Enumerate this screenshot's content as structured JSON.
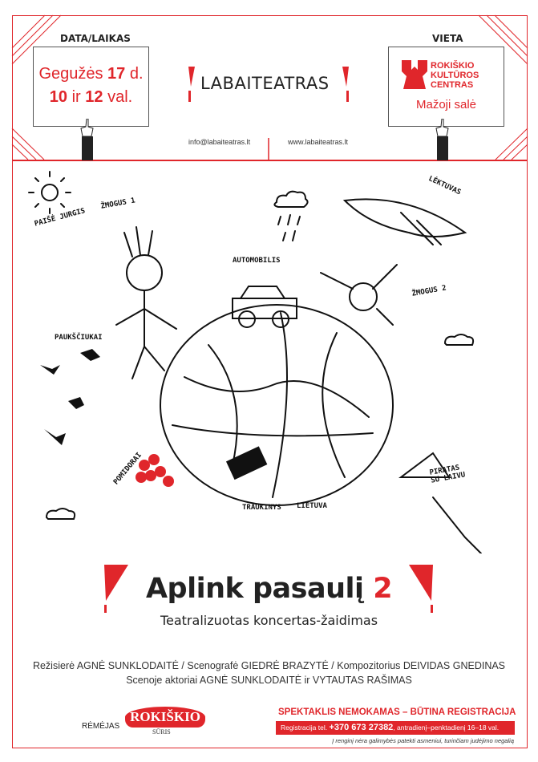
{
  "header": {
    "date_label": "DATA/LAIKAS",
    "date_line1_a": "Gegužės ",
    "date_line1_b": "17",
    "date_line1_c": " d.",
    "date_line2_a": "10",
    "date_line2_b": " ir ",
    "date_line2_c": "12",
    "date_line2_d": " val.",
    "logo": "LABAITEATRAS",
    "email": "info@labaiteatras.lt",
    "website": "www.labaiteatras.lt",
    "venue_label": "VIETA",
    "venue_logo_lines": [
      "ROKIŠKIO",
      "KULTŪROS",
      "CENTRAS"
    ],
    "venue_hall": "Mažoji salė"
  },
  "drawing_labels": {
    "artist": "PAIŠĖ JURGIS",
    "person1": "ŽMOGUS 1",
    "plane": "LĖKTUVAS",
    "car": "AUTOMOBILIS",
    "person2": "ŽMOGUS 2",
    "birds": "PAUKŠČIUKAI",
    "tomatoes": "POMIDORAI",
    "train": "TRAUKINYS",
    "lithuania": "LIETUVA",
    "pirate": "PIRATAS SU LAIVU"
  },
  "title": {
    "main": "Aplink pasaulį",
    "number": "2",
    "subtitle": "Teatralizuotas koncertas-žaidimas"
  },
  "credits": {
    "line1": "Režisierė AGNĖ SUNKLODAITĖ / Scenografė GIEDRĖ BRAZYTĖ / Kompozitorius DEIVIDAS GNEDINAS",
    "line2": "Scenoje aktoriai AGNĖ SUNKLODAITĖ ir VYTAUTAS RAŠIMAS"
  },
  "footer": {
    "sponsor_label": "RĖMĖJAS",
    "sponsor_logo": "ROKIŠKIO",
    "sponsor_sub": "SŪRIS",
    "free_notice": "SPEKTAKLIS NEMOKAMAS – BŪTINA REGISTRACIJA",
    "reg_prefix": "Registracija tel. ",
    "reg_phone": "+370 673 27382",
    "reg_suffix": ", antradienį–penktadienį 16–18 val.",
    "accessibility": "Į renginį nėra galimybės patekti asmeniui, turinčiam judėjimo negalią"
  },
  "colors": {
    "accent": "#e0262b",
    "text": "#222222"
  }
}
